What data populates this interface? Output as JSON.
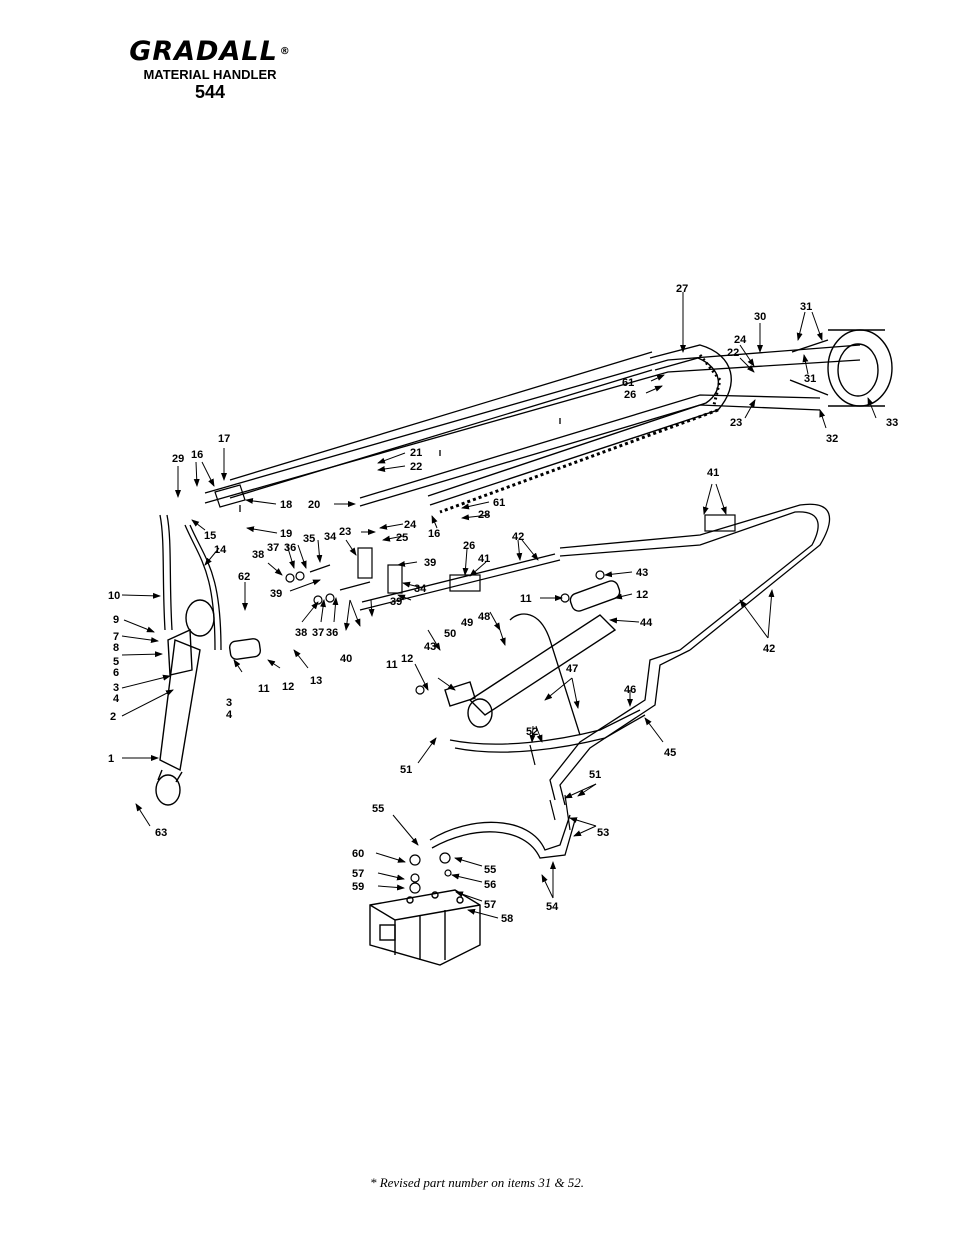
{
  "header": {
    "brand": "GRADALL",
    "registered": "®",
    "subtitle": "MATERIAL HANDLER",
    "model": "544"
  },
  "callouts": [
    "1",
    "2",
    "3",
    "4",
    "5",
    "6",
    "7",
    "8",
    "9",
    "10",
    "11",
    "12",
    "13",
    "14",
    "15",
    "16",
    "17",
    "18",
    "19",
    "20",
    "21",
    "22",
    "23",
    "24",
    "25",
    "26",
    "27",
    "28",
    "29",
    "30",
    "31",
    "32",
    "33",
    "34",
    "35",
    "36",
    "37",
    "38",
    "39",
    "40",
    "41",
    "42",
    "43",
    "44",
    "45",
    "46",
    "47",
    "48",
    "49",
    "50",
    "51",
    "52",
    "53",
    "54",
    "55",
    "56",
    "57",
    "58",
    "59",
    "60",
    "61",
    "62",
    "63"
  ],
  "footnote": "* Revised part number on items 31 & 52."
}
